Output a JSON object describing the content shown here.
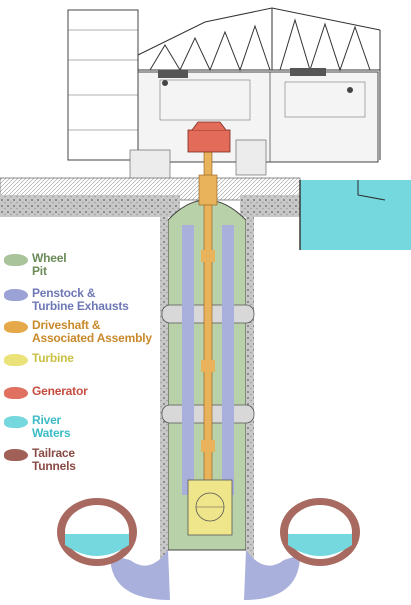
{
  "legend": [
    {
      "lines": [
        "Wheel",
        "Pit"
      ],
      "color": "#a9c49a",
      "text_color": "#6a8a58",
      "icon": "blob-swatch"
    },
    {
      "lines": [
        "Penstock &",
        "Turbine Exhausts"
      ],
      "color": "#9aa2d6",
      "text_color": "#6f78b6",
      "icon": "blob-swatch"
    },
    {
      "lines": [
        "Driveshaft &",
        "Associated Assembly"
      ],
      "color": "#e5a94a",
      "text_color": "#c88a2c",
      "icon": "blob-swatch"
    },
    {
      "lines": [
        "Turbine"
      ],
      "color": "#ece27a",
      "text_color": "#c9c044",
      "icon": "blob-swatch"
    },
    {
      "lines": [
        "Generator"
      ],
      "color": "#e07060",
      "text_color": "#c64c3e",
      "icon": "blob-swatch"
    },
    {
      "lines": [
        "River",
        "Waters"
      ],
      "color": "#74d8de",
      "text_color": "#3cbcc6",
      "icon": "blob-swatch"
    },
    {
      "lines": [
        "Tailrace",
        "Tunnels"
      ],
      "color": "#a06058",
      "text_color": "#8a4a44",
      "icon": "blob-swatch"
    }
  ],
  "colors": {
    "wheel_pit": "#b9d1a8",
    "penstock": "#a9b0dc",
    "driveshaft": "#e8b35a",
    "turbine": "#efe58a",
    "generator": "#e36b5a",
    "river": "#74d8de",
    "tailrace": "#a86a60",
    "ink": "#3a3a3a"
  }
}
